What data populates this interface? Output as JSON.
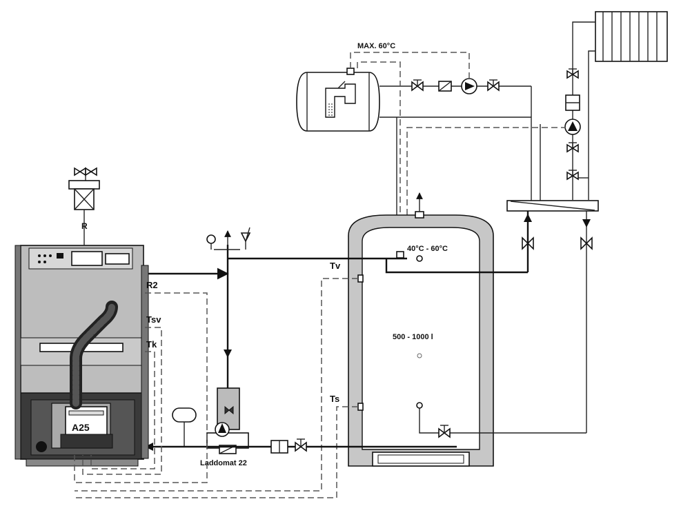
{
  "labels": {
    "max_temp": "MAX. 60°C",
    "tank_temp": "40°C - 60°C",
    "tank_volume": "500 - 1000 l",
    "boiler_model": "A25",
    "laddomat": "Laddomat 22",
    "r": "R",
    "r2": "R2",
    "tsv": "Tsv",
    "tk": "Tk",
    "tv": "Tv",
    "ts": "Ts"
  },
  "colors": {
    "tank_insulation": "#c7c7c7",
    "boiler_body": "#bdbdbd",
    "boiler_dark": "#3a3a3a",
    "line": "#111111"
  }
}
